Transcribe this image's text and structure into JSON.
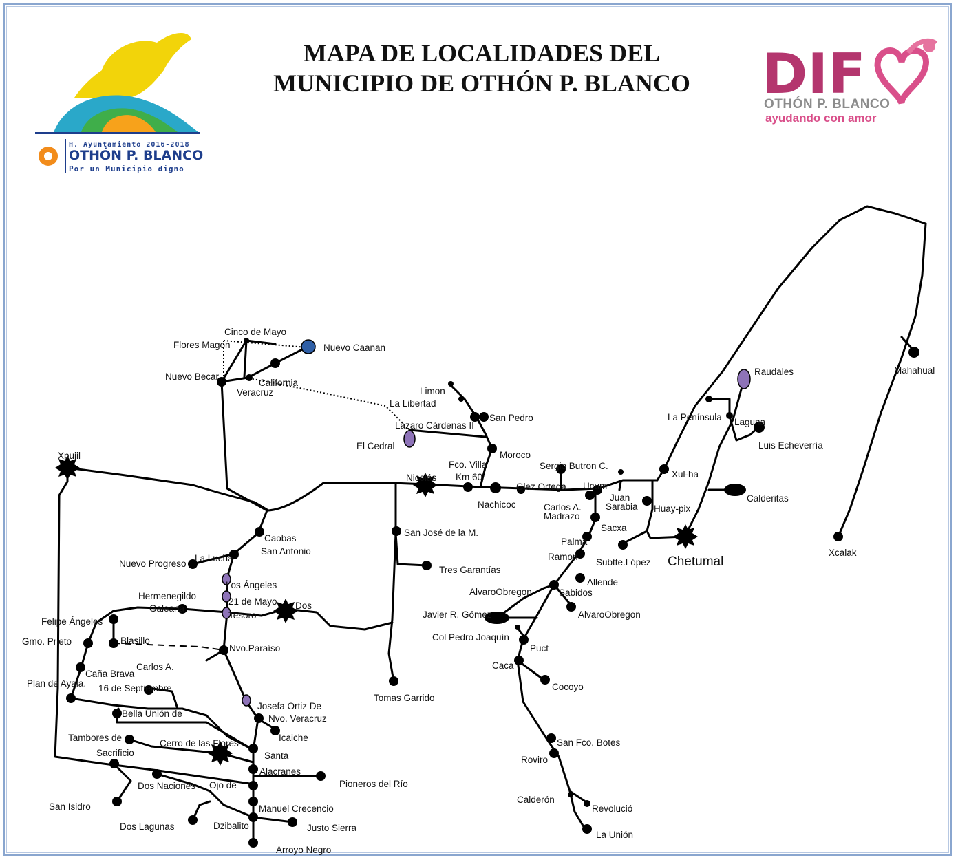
{
  "title": {
    "line1": "MAPA DE LOCALIDADES DEL",
    "line2": "MUNICIPIO DE OTHÓN P. BLANCO"
  },
  "logo_left": {
    "line1": "H. Ayuntamiento 2016-2018",
    "line2": "OTHÓN P. BLANCO",
    "line3": "Por un Municipio digno"
  },
  "logo_right": {
    "brand": "DIF",
    "line1": "OTHÓN P. BLANCO",
    "line2": "ayudando con amor"
  },
  "colors": {
    "road": "#000000",
    "town": "#000000",
    "purple_town": "#8e73b8",
    "blue_town": "#2f5fa6",
    "frame": "#8aa6cf",
    "dif_pink": "#d94f8a",
    "dif_grey": "#8c8c8c",
    "ayto_blue": "#1e3e8c"
  },
  "labels": {
    "cinco_de_mayo": "Cinco de Mayo",
    "flores_magon": "Flores Magon",
    "nuevo_caanan": "Nuevo Caanan",
    "nuevo_becar": "Nuevo Becar",
    "california": "California",
    "veracruz": "Veracruz",
    "limon": "Limon",
    "la_libertad": "La Libertad",
    "san_pedro": "San Pedro",
    "lazaro_cardenas": "Lázaro Cárdenas II",
    "el_cedral": "El Cedral",
    "moroco": "Moroco",
    "xpujil": "Xpujil",
    "fco_villa": "Fco. Villa",
    "km60": "Km 60",
    "nicolas": "Nicolás",
    "sergio_butron": "Sergio Butron C.",
    "nachicoc": "Nachicoc",
    "glez_ortega": "Glez Ortega",
    "ucum": "Ucum",
    "juan": "Juan",
    "sarabia": "Sarabia",
    "carlos_a": "Carlos A.",
    "madrazo": "Madrazo",
    "huay_pix": "Huay-pix",
    "xul_ha": "Xul-ha",
    "la_peninsula": "La Península",
    "laguna": "Laguna",
    "raudales": "Raudales",
    "luis_echeverria": "Luis Echeverría",
    "calderitas": "Calderitas",
    "mahahual": "Mahahual",
    "xcalak": "Xcalak",
    "chetumal": "Chetumal",
    "sacxa": "Sacxa",
    "palma": "Palma",
    "ramon": "Ramon",
    "subte_lopez": "Subtte.López",
    "allende": "Allende",
    "sabidos": "Sabidos",
    "alvaro_obregon1": "AlvaroObregon",
    "alvaro_obregon2": "AlvaroObregon",
    "javier_gomez": "Javier R. Gómez",
    "col_pedro": "Col Pedro Joaquín",
    "puct": "Puct",
    "caca": "Caca",
    "cocoyo": "Cocoyo",
    "san_fco_botes": "San Fco. Botes",
    "roviro": "Roviro",
    "calderon": "Calderón",
    "revolucion": "Revolució",
    "la_union": "La Unión",
    "caobas": "Caobas",
    "san_antonio": "San Antonio",
    "san_jose": "San José de la M.",
    "tres_garantias": "Tres Garantías",
    "la_lucha": "La Lucha",
    "nuevo_progreso": "Nuevo Progreso",
    "los_angeles": "Los Ángeles",
    "veintiuno_mayo": "21 de Mayo",
    "hermenegildo": "Hermenegildo",
    "galeana": "Galeana",
    "tesoro": "Tesoro",
    "dos": "Dos",
    "felipe_angeles": "Felipe Ángeles",
    "gmo_prieto": "Gmo. Prieto",
    "blasillo": "Blasillo",
    "nvo_paraiso": "Nvo.Paraíso",
    "cana_brava": "Caña Brava",
    "carlos_a2": "Carlos A.",
    "plan_de_ayala": "Plan de Ayala.",
    "dieciseis_sept": "16 de Septiembre",
    "tomas_garrido": "Tomas Garrido",
    "bella_union": "Bella Unión de",
    "josefa": "Josefa Ortiz De",
    "nvo_veracruz": "Nvo. Veracruz",
    "tambores": "Tambores de",
    "sacrificio": "Sacrificio",
    "icaiche": "Icaiche",
    "cerro_flores": "Cerro de las Flores",
    "santa": "Santa",
    "alacranes": "Alacranes",
    "pioneros": "Pioneros del Río",
    "dos_naciones": "Dos Naciones",
    "ojo_de": "Ojo de",
    "san_isidro": "San Isidro",
    "manuel_crecencio": "Manuel Crecencio",
    "dos_lagunas": "Dos Lagunas",
    "dzibalito": "Dzibalito",
    "justo_sierra": "Justo Sierra",
    "arroyo_negro": "Arroyo Negro"
  }
}
